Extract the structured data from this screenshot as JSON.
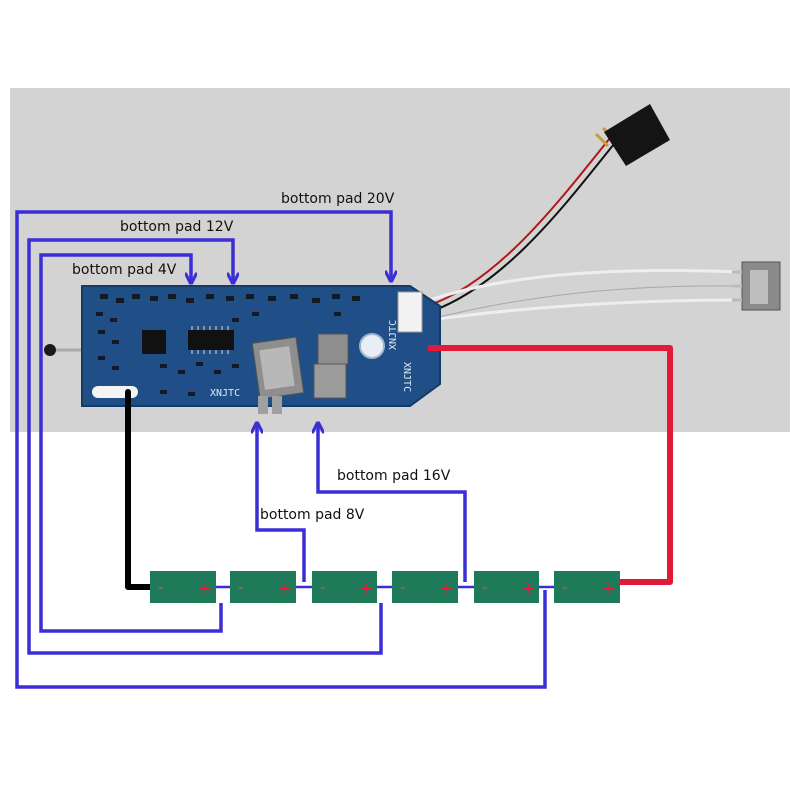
{
  "labels": {
    "pad4": "bottom pad 4V",
    "pad12": "bottom pad 12V",
    "pad20": "bottom pad 20V",
    "pad8": "bottom pad 8V",
    "pad16": "bottom pad 16V"
  },
  "board": {
    "silk_main": "XNJTC",
    "silk_side": "XNJTC",
    "silk_top": "XNJTC"
  },
  "cells": [
    {
      "neg": "-",
      "pos": "+"
    },
    {
      "neg": "-",
      "pos": "+"
    },
    {
      "neg": "-",
      "pos": "+"
    },
    {
      "neg": "-",
      "pos": "+"
    },
    {
      "neg": "-",
      "pos": "+"
    },
    {
      "neg": "-",
      "pos": "+"
    }
  ],
  "colors": {
    "pad_wire": "#3b2ed6",
    "positive_wire": "#e3193a",
    "negative_wire": "#000000",
    "cell": "#1f7a5a",
    "board": "#1f4f86",
    "photo_bg": "#d3d3d3"
  }
}
